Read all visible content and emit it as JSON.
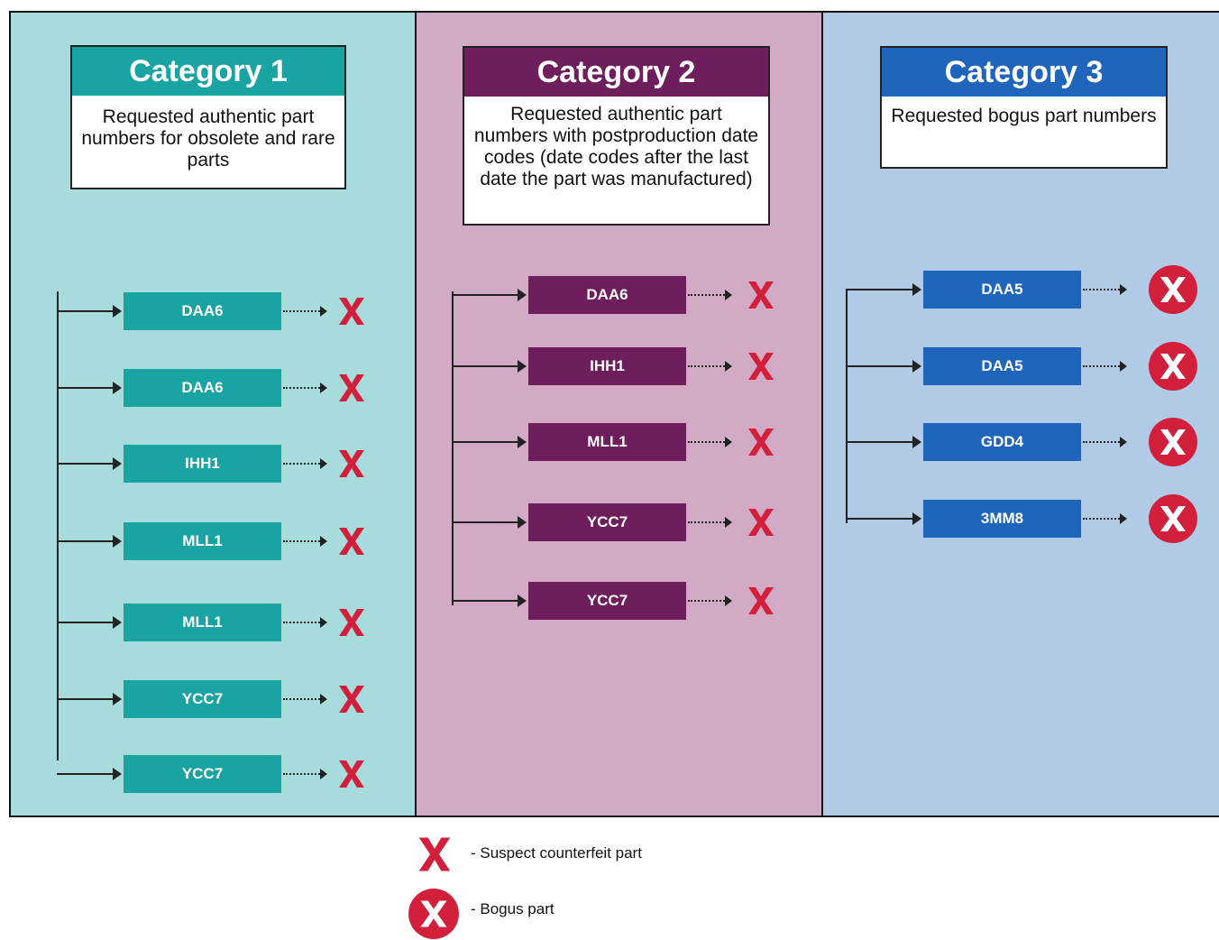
{
  "colors": {
    "teal": "#1aa3a3",
    "purple": "#6e1e5c",
    "blue": "#1f65bb",
    "suspect_x": "#d21f3c"
  },
  "categories": [
    {
      "title": "Category 1",
      "description": "Requested authentic part numbers for obsolete and rare parts",
      "parts": [
        "DAA6",
        "DAA6",
        "IHH1",
        "MLL1",
        "MLL1",
        "YCC7",
        "YCC7"
      ],
      "marker": "x-mark-icon"
    },
    {
      "title": "Category 2",
      "description": "Requested authentic part numbers with postproduction date codes (date codes after the last date the part was manufactured)",
      "parts": [
        "DAA6",
        "IHH1",
        "MLL1",
        "YCC7",
        "YCC7"
      ],
      "marker": "x-mark-icon"
    },
    {
      "title": "Category 3",
      "description": "Requested bogus part numbers",
      "parts": [
        "DAA5",
        "DAA5",
        "GDD4",
        "3MM8"
      ],
      "marker": "circle-x-icon"
    }
  ],
  "legend": {
    "suspect": "- Suspect counterfeit part",
    "bogus": "- Bogus part"
  }
}
